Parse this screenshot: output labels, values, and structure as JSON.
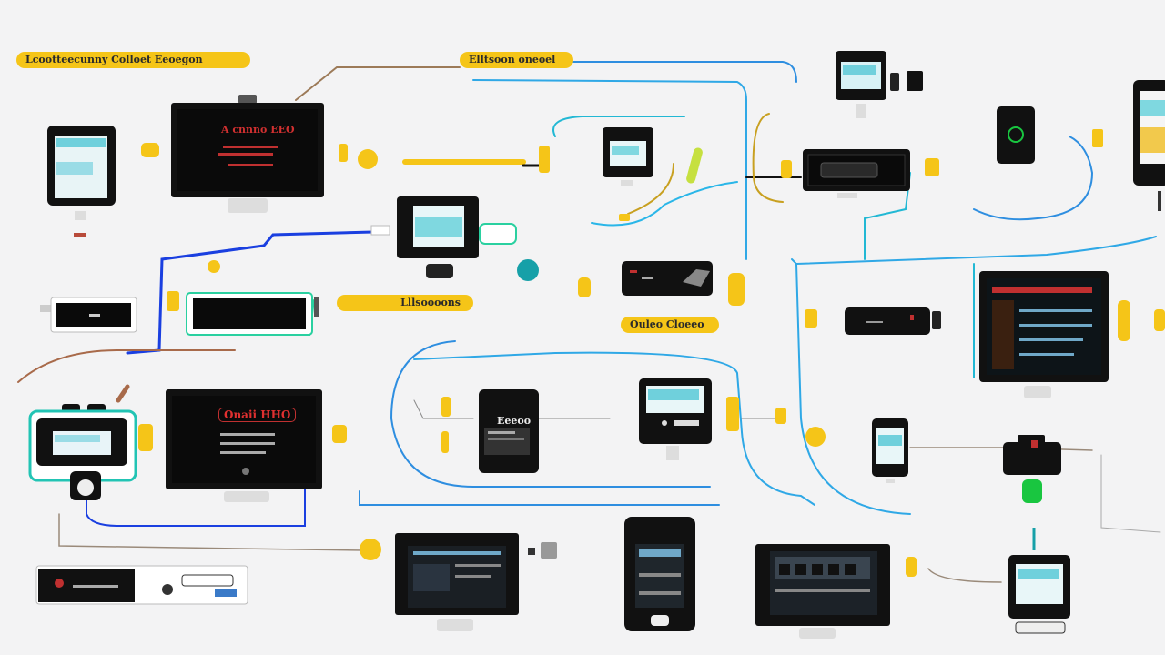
{
  "diagram": {
    "labels": {
      "top_left": "Lcootteecunny Colloet Eeoegon",
      "top_center": "Elltsoon oneoel",
      "mid_left": "Lllsoooons",
      "mid_center": "Ouleo Cloeeo"
    },
    "screen_texts": {
      "monitor_top": "A cnnno EEO",
      "monitor_mid": "Onaii HHO",
      "phone_mid": "Eeeoo"
    }
  }
}
